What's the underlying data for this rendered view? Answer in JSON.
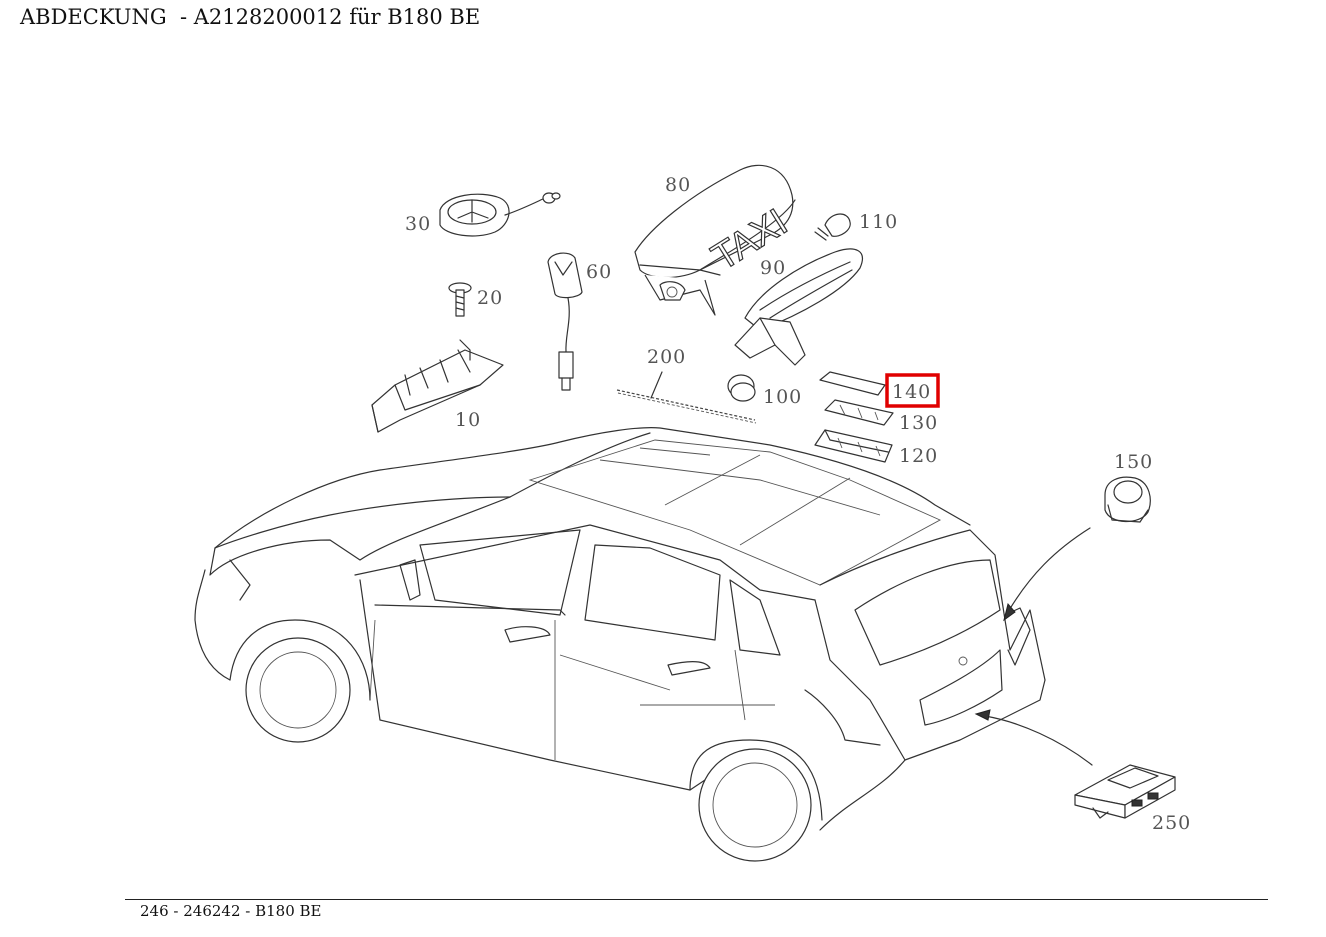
{
  "header": {
    "title": "ABDECKUNG  - A2128200012 für B180 BE"
  },
  "footer": {
    "text": "246 - 246242 - B180 BE"
  },
  "highlight_color": "#e00000",
  "parts": {
    "p10": "10",
    "p20": "20",
    "p30": "30",
    "p60": "60",
    "p80": "80",
    "p90": "90",
    "p100": "100",
    "p110": "110",
    "p120": "120",
    "p130": "130",
    "p140": "140",
    "p150": "150",
    "p200": "200",
    "p250": "250"
  },
  "taxi_sign_text": "TAXI"
}
